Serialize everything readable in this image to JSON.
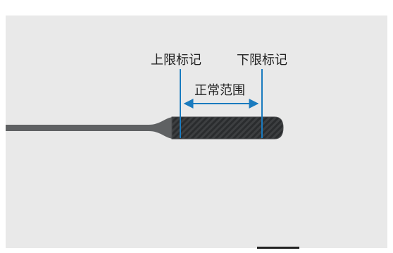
{
  "labels": {
    "upper_mark": "上限标记",
    "lower_mark": "下限标记",
    "normal_range": "正常范围"
  },
  "colors": {
    "panel": "#e9e9e9",
    "rod": "#5f6163",
    "grip": "#3d3f41",
    "grip_pattern": "#2a2c2e",
    "marker": "#1a7bbf",
    "text": "#222222"
  }
}
